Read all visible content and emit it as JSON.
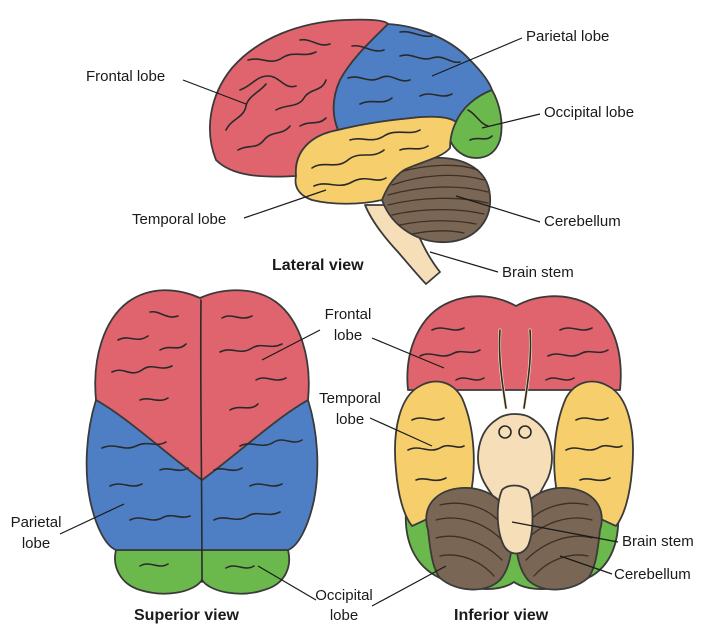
{
  "colors": {
    "frontal": "#e0646e",
    "parietal": "#4e7fc4",
    "temporal": "#f6cf6c",
    "occipital": "#6bb84c",
    "cerebellum": "#7a6654",
    "brain_stem": "#f5deb8"
  },
  "lateral": {
    "title": "Lateral view",
    "labels": {
      "frontal": "Frontal lobe",
      "parietal": "Parietal lobe",
      "occipital": "Occipital lobe",
      "temporal": "Temporal lobe",
      "cerebellum": "Cerebellum",
      "brain_stem": "Brain stem"
    }
  },
  "superior": {
    "title": "Superior view",
    "labels": {
      "frontal_1": "Frontal",
      "frontal_2": "lobe",
      "parietal_1": "Parietal",
      "parietal_2": "lobe",
      "occipital_1": "Occipital",
      "occipital_2": "lobe"
    }
  },
  "inferior": {
    "title": "Inferior view",
    "labels": {
      "temporal_1": "Temporal",
      "temporal_2": "lobe",
      "brain_stem": "Brain stem",
      "cerebellum": "Cerebellum"
    }
  }
}
